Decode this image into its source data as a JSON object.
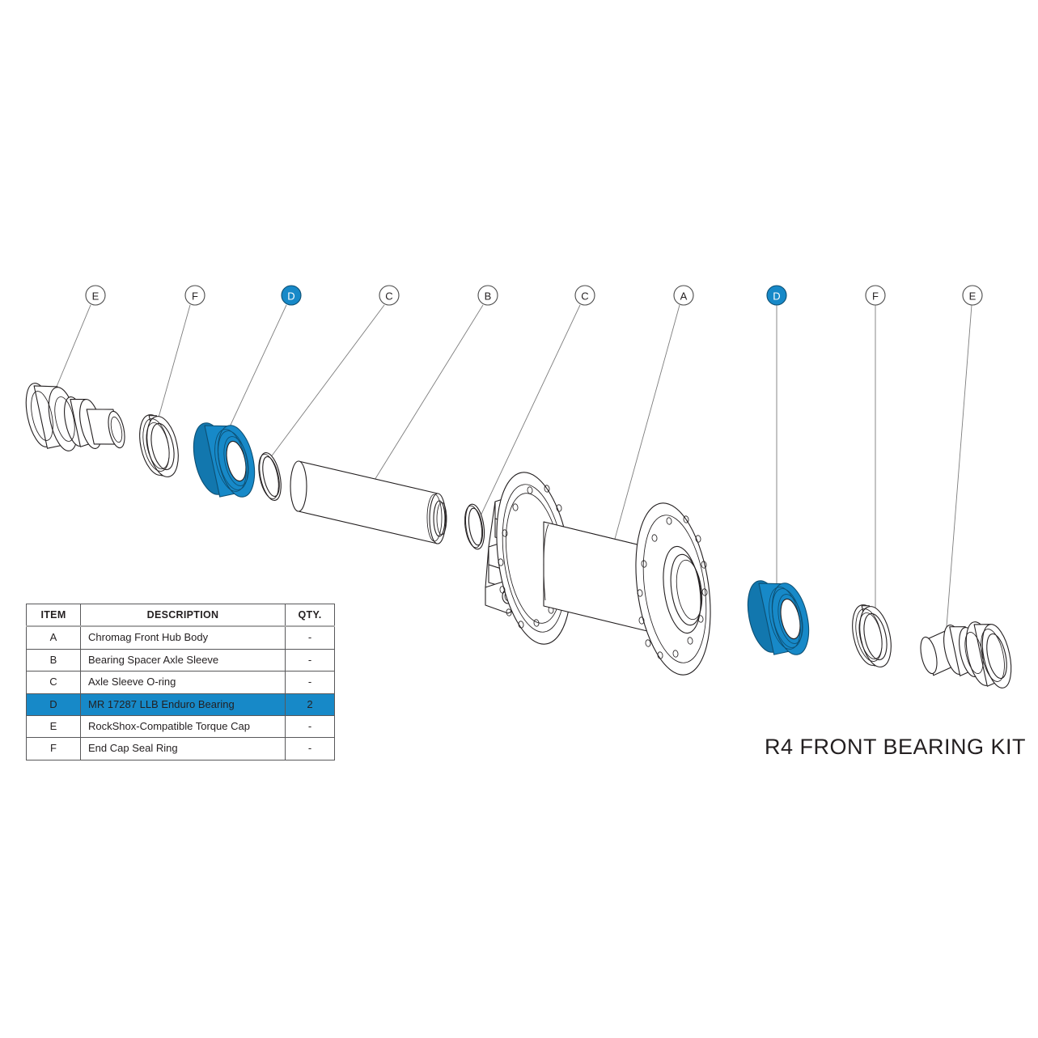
{
  "title": "R4 FRONT BEARING KIT",
  "accent_color": "#1789c8",
  "line_color": "#231f20",
  "bom": {
    "headers": [
      "ITEM",
      "DESCRIPTION",
      "QTY."
    ],
    "rows": [
      {
        "item": "A",
        "description": "Chromag Front Hub Body",
        "qty": "-",
        "highlight": false
      },
      {
        "item": "B",
        "description": "Bearing Spacer Axle Sleeve",
        "qty": "-",
        "highlight": false
      },
      {
        "item": "C",
        "description": "Axle Sleeve O-ring",
        "qty": "-",
        "highlight": false
      },
      {
        "item": "D",
        "description": "MR 17287 LLB Enduro Bearing",
        "qty": "2",
        "highlight": true
      },
      {
        "item": "E",
        "description": "RockShox-Compatible Torque Cap",
        "qty": "-",
        "highlight": false
      },
      {
        "item": "F",
        "description": "End Cap Seal Ring",
        "qty": "-",
        "highlight": false
      }
    ]
  },
  "balloons": [
    {
      "label": "E",
      "highlight": false
    },
    {
      "label": "F",
      "highlight": false
    },
    {
      "label": "D",
      "highlight": true
    },
    {
      "label": "C",
      "highlight": false
    },
    {
      "label": "B",
      "highlight": false
    },
    {
      "label": "C",
      "highlight": false
    },
    {
      "label": "A",
      "highlight": false
    },
    {
      "label": "D",
      "highlight": true
    },
    {
      "label": "F",
      "highlight": false
    },
    {
      "label": "E",
      "highlight": false
    }
  ],
  "parts": [
    {
      "id": "torque-cap-left",
      "item": "E"
    },
    {
      "id": "seal-ring-left",
      "item": "F"
    },
    {
      "id": "bearing-left",
      "item": "D"
    },
    {
      "id": "o-ring-left",
      "item": "C"
    },
    {
      "id": "axle-sleeve",
      "item": "B"
    },
    {
      "id": "o-ring-right",
      "item": "C"
    },
    {
      "id": "hub-body",
      "item": "A"
    },
    {
      "id": "bearing-right",
      "item": "D"
    },
    {
      "id": "seal-ring-right",
      "item": "F"
    },
    {
      "id": "torque-cap-right",
      "item": "E"
    }
  ]
}
